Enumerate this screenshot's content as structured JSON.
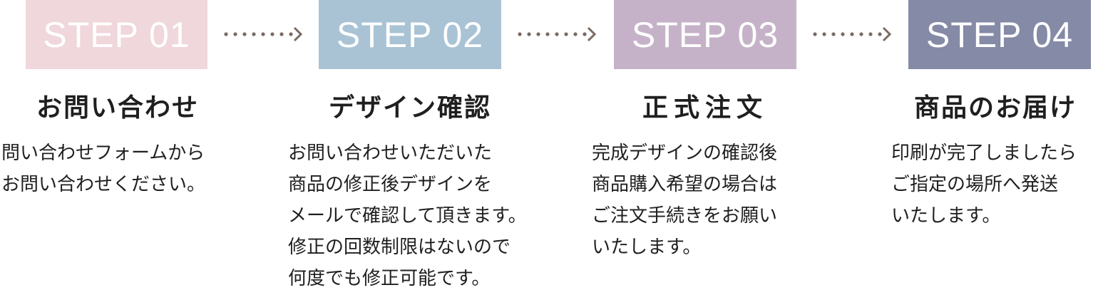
{
  "steps": [
    {
      "badge": "STEP 01",
      "color": "#efd7dc",
      "title": "お問い合わせ",
      "lines": [
        "問い合わせフォームから",
        "お問い合わせください。"
      ]
    },
    {
      "badge": "STEP 02",
      "color": "#a9c3d5",
      "title": "デザイン確認",
      "lines": [
        "お問い合わせいただいた",
        "商品の修正後デザインを",
        "メールで確認して頂きます。",
        "修正の回数制限はないので",
        "何度でも修正可能です。"
      ]
    },
    {
      "badge": "STEP 03",
      "color": "#c5b2c8",
      "title": "正式注文",
      "lines": [
        "完成デザインの確認後",
        "商品購入希望の場合は",
        "ご注文手続きをお願い",
        "いたします。"
      ]
    },
    {
      "badge": "STEP 04",
      "color": "#858aa6",
      "title": "商品のお届け",
      "lines": [
        "印刷が完了しましたら",
        "ご指定の場所へ発送",
        "いたします。"
      ]
    }
  ],
  "arrow_color": "#7a6a62"
}
